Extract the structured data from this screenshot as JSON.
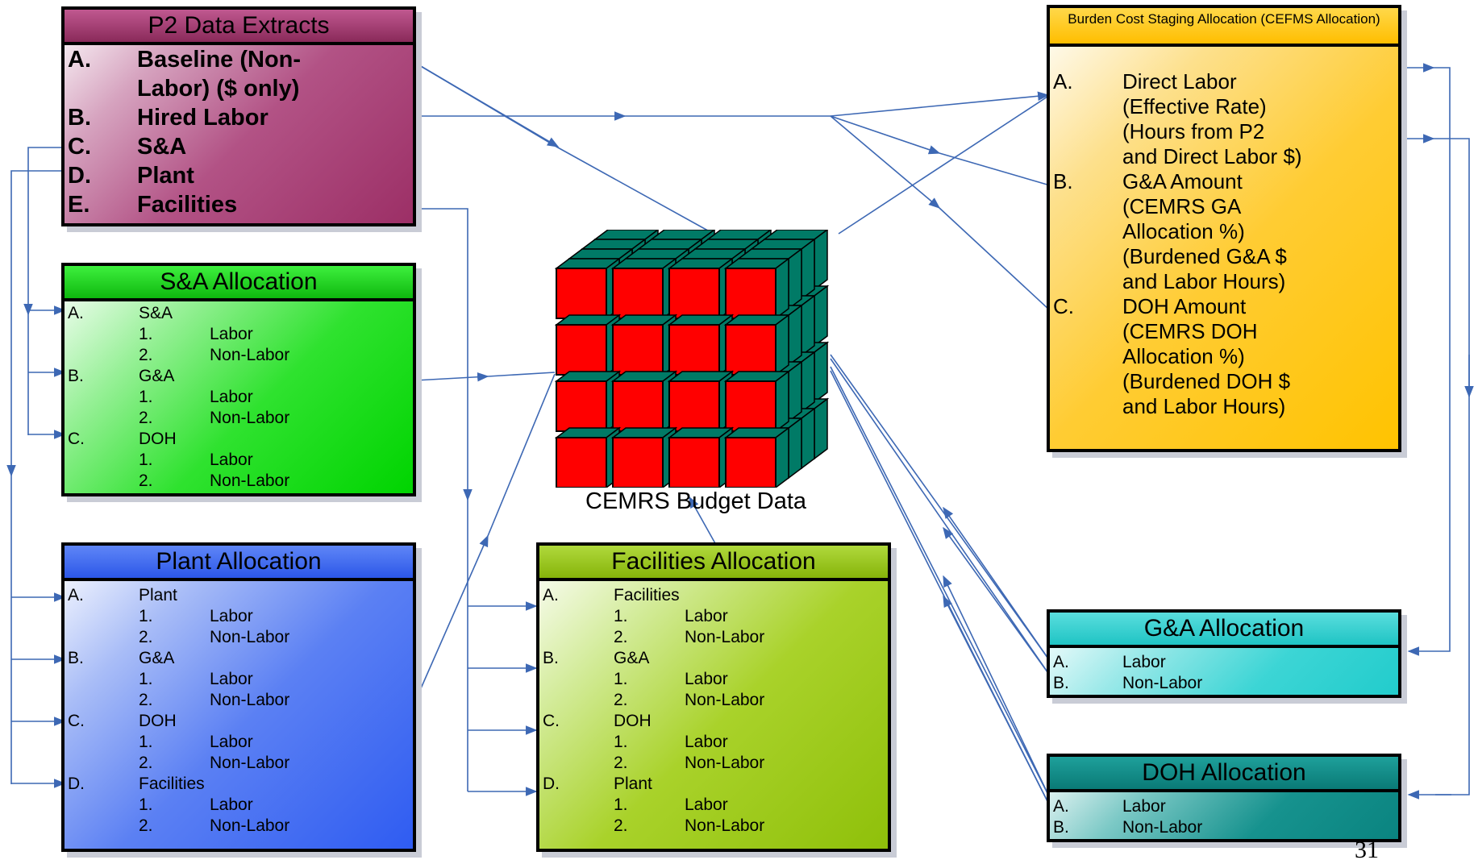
{
  "p2": {
    "title": "P2 Data Extracts",
    "items": [
      {
        "letter": "A.",
        "text": "Baseline (Non-"
      },
      {
        "letter": "",
        "text": "Labor) ($ only)"
      },
      {
        "letter": "B.",
        "text": "Hired Labor"
      },
      {
        "letter": "C.",
        "text": "S&A"
      },
      {
        "letter": "D.",
        "text": "Plant"
      },
      {
        "letter": "E.",
        "text": "Facilities"
      }
    ]
  },
  "sa": {
    "title": "S&A Allocation",
    "rows": [
      {
        "letter": "A.",
        "num": "",
        "text": "S&A"
      },
      {
        "letter": "",
        "num": "1.",
        "text": "Labor"
      },
      {
        "letter": "",
        "num": "2.",
        "text": "Non-Labor"
      },
      {
        "letter": "B.",
        "num": "",
        "text": "G&A"
      },
      {
        "letter": "",
        "num": "1.",
        "text": "Labor"
      },
      {
        "letter": "",
        "num": "2.",
        "text": "Non-Labor"
      },
      {
        "letter": "C.",
        "num": "",
        "text": "DOH"
      },
      {
        "letter": "",
        "num": "1.",
        "text": "Labor"
      },
      {
        "letter": "",
        "num": "2.",
        "text": "Non-Labor"
      }
    ]
  },
  "plant": {
    "title": "Plant Allocation",
    "rows": [
      {
        "letter": "A.",
        "num": "",
        "text": "Plant"
      },
      {
        "letter": "",
        "num": "1.",
        "text": "Labor"
      },
      {
        "letter": "",
        "num": "2.",
        "text": "Non-Labor"
      },
      {
        "letter": "B.",
        "num": "",
        "text": "G&A"
      },
      {
        "letter": "",
        "num": "1.",
        "text": "Labor"
      },
      {
        "letter": "",
        "num": "2.",
        "text": "Non-Labor"
      },
      {
        "letter": "C.",
        "num": "",
        "text": "DOH"
      },
      {
        "letter": "",
        "num": "1.",
        "text": "Labor"
      },
      {
        "letter": "",
        "num": "2.",
        "text": "Non-Labor"
      },
      {
        "letter": "D.",
        "num": "",
        "text": "Facilities"
      },
      {
        "letter": "",
        "num": "1.",
        "text": "Labor"
      },
      {
        "letter": "",
        "num": "2.",
        "text": "Non-Labor"
      }
    ]
  },
  "facilities": {
    "title": "Facilities Allocation",
    "rows": [
      {
        "letter": "A.",
        "num": "",
        "text": "Facilities"
      },
      {
        "letter": "",
        "num": "1.",
        "text": "Labor"
      },
      {
        "letter": "",
        "num": "2.",
        "text": "Non-Labor"
      },
      {
        "letter": "B.",
        "num": "",
        "text": "G&A"
      },
      {
        "letter": "",
        "num": "1.",
        "text": "Labor"
      },
      {
        "letter": "",
        "num": "2.",
        "text": "Non-Labor"
      },
      {
        "letter": "C.",
        "num": "",
        "text": "DOH"
      },
      {
        "letter": "",
        "num": "1.",
        "text": "Labor"
      },
      {
        "letter": "",
        "num": "2.",
        "text": "Non-Labor"
      },
      {
        "letter": "D.",
        "num": "",
        "text": "Plant"
      },
      {
        "letter": "",
        "num": "1.",
        "text": "Labor"
      },
      {
        "letter": "",
        "num": "2.",
        "text": "Non-Labor"
      }
    ]
  },
  "burden": {
    "title": "Burden Cost Staging Allocation (CEFMS Allocation)",
    "rows": [
      {
        "letter": "A.",
        "text": "Direct Labor"
      },
      {
        "letter": "",
        "text": "(Effective Rate)"
      },
      {
        "letter": "",
        "text": "(Hours from P2"
      },
      {
        "letter": "",
        "text": "and Direct Labor $)"
      },
      {
        "letter": "B.",
        "text": "G&A Amount"
      },
      {
        "letter": "",
        "text": "(CEMRS GA"
      },
      {
        "letter": "",
        "text": "Allocation %)"
      },
      {
        "letter": "",
        "text": "(Burdened G&A $"
      },
      {
        "letter": "",
        "text": "and Labor Hours)"
      },
      {
        "letter": "C.",
        "text": "DOH Amount"
      },
      {
        "letter": "",
        "text": "(CEMRS DOH"
      },
      {
        "letter": "",
        "text": "Allocation %)"
      },
      {
        "letter": "",
        "text": "(Burdened DOH $"
      },
      {
        "letter": "",
        "text": "and Labor Hours)"
      }
    ]
  },
  "ga": {
    "title": "G&A Allocation",
    "rows": [
      {
        "letter": "A.",
        "text": "Labor"
      },
      {
        "letter": "B.",
        "text": "Non-Labor"
      }
    ]
  },
  "doh": {
    "title": "DOH Allocation",
    "rows": [
      {
        "letter": "A.",
        "text": "Labor"
      },
      {
        "letter": "B.",
        "text": "Non-Labor"
      }
    ]
  },
  "cube": {
    "label": "CEMRS Budget Data"
  },
  "page_number": "31",
  "colors": {
    "p2_header": "#a23d72",
    "sa_header": "#13c613",
    "plant_header": "#3a63f0",
    "facilities_header": "#93c40c",
    "burden_header": "#ffc300",
    "ga_header": "#2ccfcf",
    "doh_header": "#0e8a86",
    "cube_front": "#ff0000",
    "cube_side": "#007a66",
    "connector": "#3d68b4"
  },
  "icons": [
    "cube-icon",
    "arrow-icon"
  ]
}
